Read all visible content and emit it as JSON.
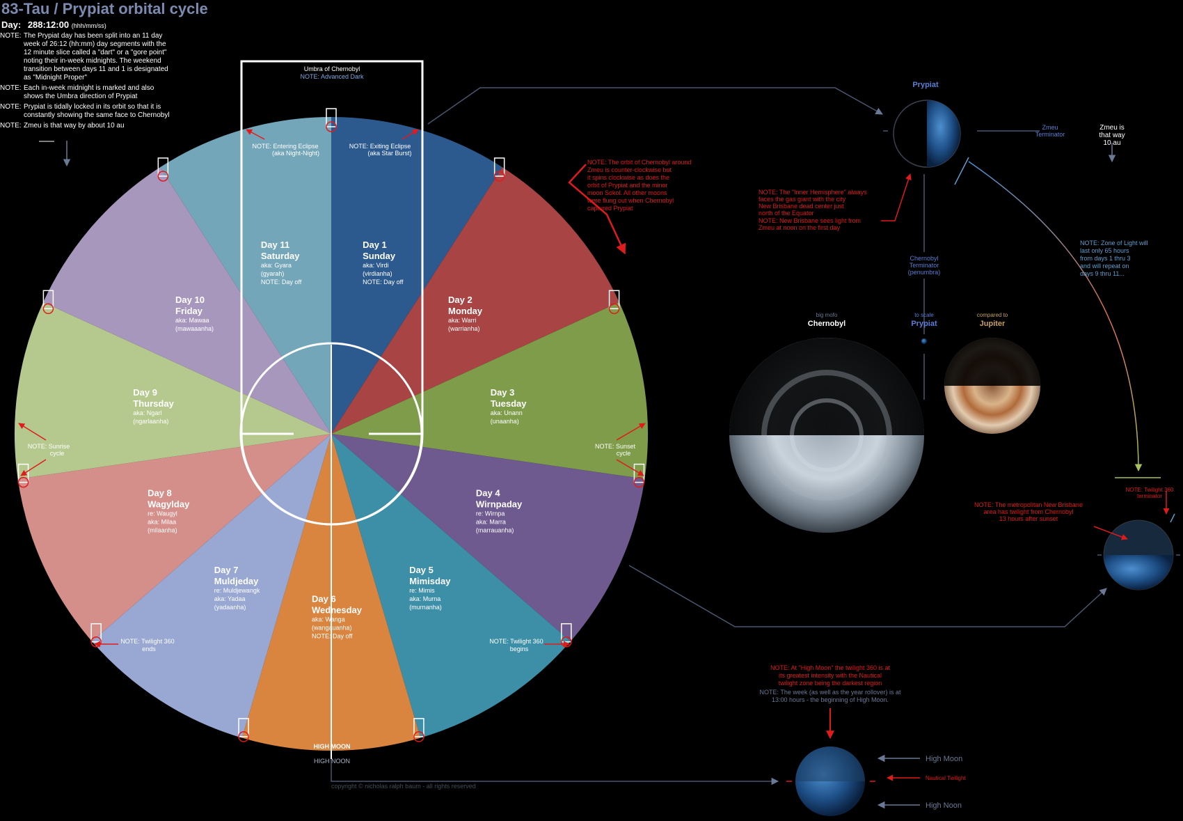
{
  "title": "83-Tau / Prypiat orbital cycle",
  "day_label": "Day:",
  "day_value": "288:12:00",
  "day_unit": "(hhh/mm/ss)",
  "notes": [
    {
      "label": "NOTE:",
      "text": "The Prypiat day has been split into an 11 day week of 26:12 (hh:mm) day segments with the 12 minute slice called a \"dart\" or a \"gore point\" noting their in-week midnights. The weekend transition between days 11 and 1 is designated as \"Midnight Proper\""
    },
    {
      "label": "NOTE:",
      "text": "Each in-week midnight is marked and also shows the Umbra direction of Prypiat"
    },
    {
      "label": "NOTE:",
      "text": "Prypiat is tidally locked in its orbit so that it is constantly showing the same face to Chernobyl"
    },
    {
      "label": "NOTE:",
      "text": "Zmeu is that way by about 10 au"
    }
  ],
  "days": [
    {
      "num": "Day 11",
      "name": "Saturday",
      "l1": "aka:  Gyara",
      "l2": "(gyarah)",
      "l3": "NOTE: Day off",
      "color": "#74a6b9"
    },
    {
      "num": "Day 1",
      "name": "Sunday",
      "l1": "aka:  Virdi",
      "l2": "(virdianha)",
      "l3": "NOTE: Day off",
      "color": "#2c5a8f"
    },
    {
      "num": "Day 2",
      "name": "Monday",
      "l1": "aka:  Warri",
      "l2": "(warrianha)",
      "l3": "",
      "color": "#a84444"
    },
    {
      "num": "Day 3",
      "name": "Tuesday",
      "l1": "aka:  Unann",
      "l2": "(unaanha)",
      "l3": "",
      "color": "#7e9c4a"
    },
    {
      "num": "Day 4",
      "name": "Wirnpaday",
      "l1": "re:  Wirnpa",
      "l2": "aka:  Marra",
      "l3": "(marrauanha)",
      "color": "#6e5a8f"
    },
    {
      "num": "Day 5",
      "name": "Mimisday",
      "l1": "re:  Mimis",
      "l2": "aka:  Murna",
      "l3": "(murnanha)",
      "color": "#3d8fa8"
    },
    {
      "num": "Day 6",
      "name": "Wednesday",
      "l1": "aka:  Wanga",
      "l2": "(wangauanha)",
      "l3": "NOTE: Day off",
      "color": "#d98540"
    },
    {
      "num": "Day 7",
      "name": "Muldjeday",
      "l1": "re:  Muldjewangk",
      "l2": "aka:  Yadaa",
      "l3": "(yadaanha)",
      "color": "#98a8d2"
    },
    {
      "num": "Day 8",
      "name": "Wagylday",
      "l1": "re:  Waugyl",
      "l2": "aka:  Milaa",
      "l3": "(milaanha)",
      "color": "#d48f8a"
    },
    {
      "num": "Day 9",
      "name": "Thursday",
      "l1": "aka:  Ngarl",
      "l2": "(ngarlaanha)",
      "l3": "",
      "color": "#b5c98e"
    },
    {
      "num": "Day 10",
      "name": "Friday",
      "l1": "aka:  Mawaa",
      "l2": "(mawaaanha)",
      "l3": "",
      "color": "#a897bd"
    }
  ],
  "umbra": {
    "title": "Umbra of Chernobyl",
    "note": "NOTE: Advanced Dark"
  },
  "eclipse_enter": {
    "l1": "NOTE: Entering Eclipse",
    "l2": "(aka Night-Night)"
  },
  "eclipse_exit": {
    "l1": "NOTE: Exiting Eclipse",
    "l2": "(aka Star Burst)"
  },
  "sunrise": {
    "l1": "NOTE: Sunrise",
    "l2": "cycle"
  },
  "sunset": {
    "l1": "NOTE: Sunset",
    "l2": "cycle"
  },
  "twilight_ends": {
    "l1": "NOTE: Twilight 360",
    "l2": "ends"
  },
  "twilight_begins": {
    "l1": "NOTE: Twilight 360",
    "l2": "begins"
  },
  "high_moon": "HIGH   MOON",
  "high_noon": "HIGH   NOON",
  "copyright": "copyright © nicholas ralph baum - all rights reserved",
  "orbit_note": [
    "NOTE:  The orbit of Chernobyl around",
    "Zmeu is counter-clockwise but",
    "it spins clockwise as does the",
    "orbit of Prypiat and the minor",
    "moon Sokol.  All other moons",
    "were flung out when Chernobyl",
    "captured Prypiat"
  ],
  "prypiat_label": "Prypiat",
  "zmeu_terminator": [
    "Zmeu",
    "Terminator"
  ],
  "zmeu_direction": [
    "Zmeu is",
    "that way",
    "10 au"
  ],
  "inner_hemisphere_note": [
    "NOTE: The \"Inner Hemisphere\" always",
    "faces the gas giant with the city",
    "New Brisbane dead center just",
    "north of the Equator"
  ],
  "brisbane_light_note": [
    "NOTE: New Brisbane sees light from",
    "Zmeu at noon on the first day"
  ],
  "chernobyl_terminator": [
    "Chernobyl",
    "Terminator",
    "(penumbra)"
  ],
  "zone_light_note": [
    "NOTE: Zone of Light will",
    "last only 65 hours",
    "from days 1 thru 3",
    "and will repeat on",
    "days 9 thru 11..."
  ],
  "compare": {
    "chernobyl_sub": "big mofo",
    "chernobyl": "Chernobyl",
    "prypiat_sub": "to scale",
    "prypiat": "Prypiat",
    "jupiter_sub": "compared to",
    "jupiter": "Jupiter"
  },
  "twilight_terminator": [
    "NOTE: Twilight 360",
    "terminator"
  ],
  "metro_note": [
    "NOTE: The metropolitan New Brisbane",
    "area has twilight from Chernobyl",
    "13 hours after sunset"
  ],
  "high_moon_note": [
    "NOTE: At \"High Moon\" the twilight 360 is at",
    "its greatest intensity with the Nautical",
    "twilight zone being the darkest region"
  ],
  "week_note": [
    "NOTE: The week (as well as the year rollover) is at",
    "13:00 hours - the beginning of High Moon."
  ],
  "bottom_labels": {
    "high_moon": "High Moon",
    "nautical": "Nautical Twilight",
    "high_noon": "High Noon"
  }
}
